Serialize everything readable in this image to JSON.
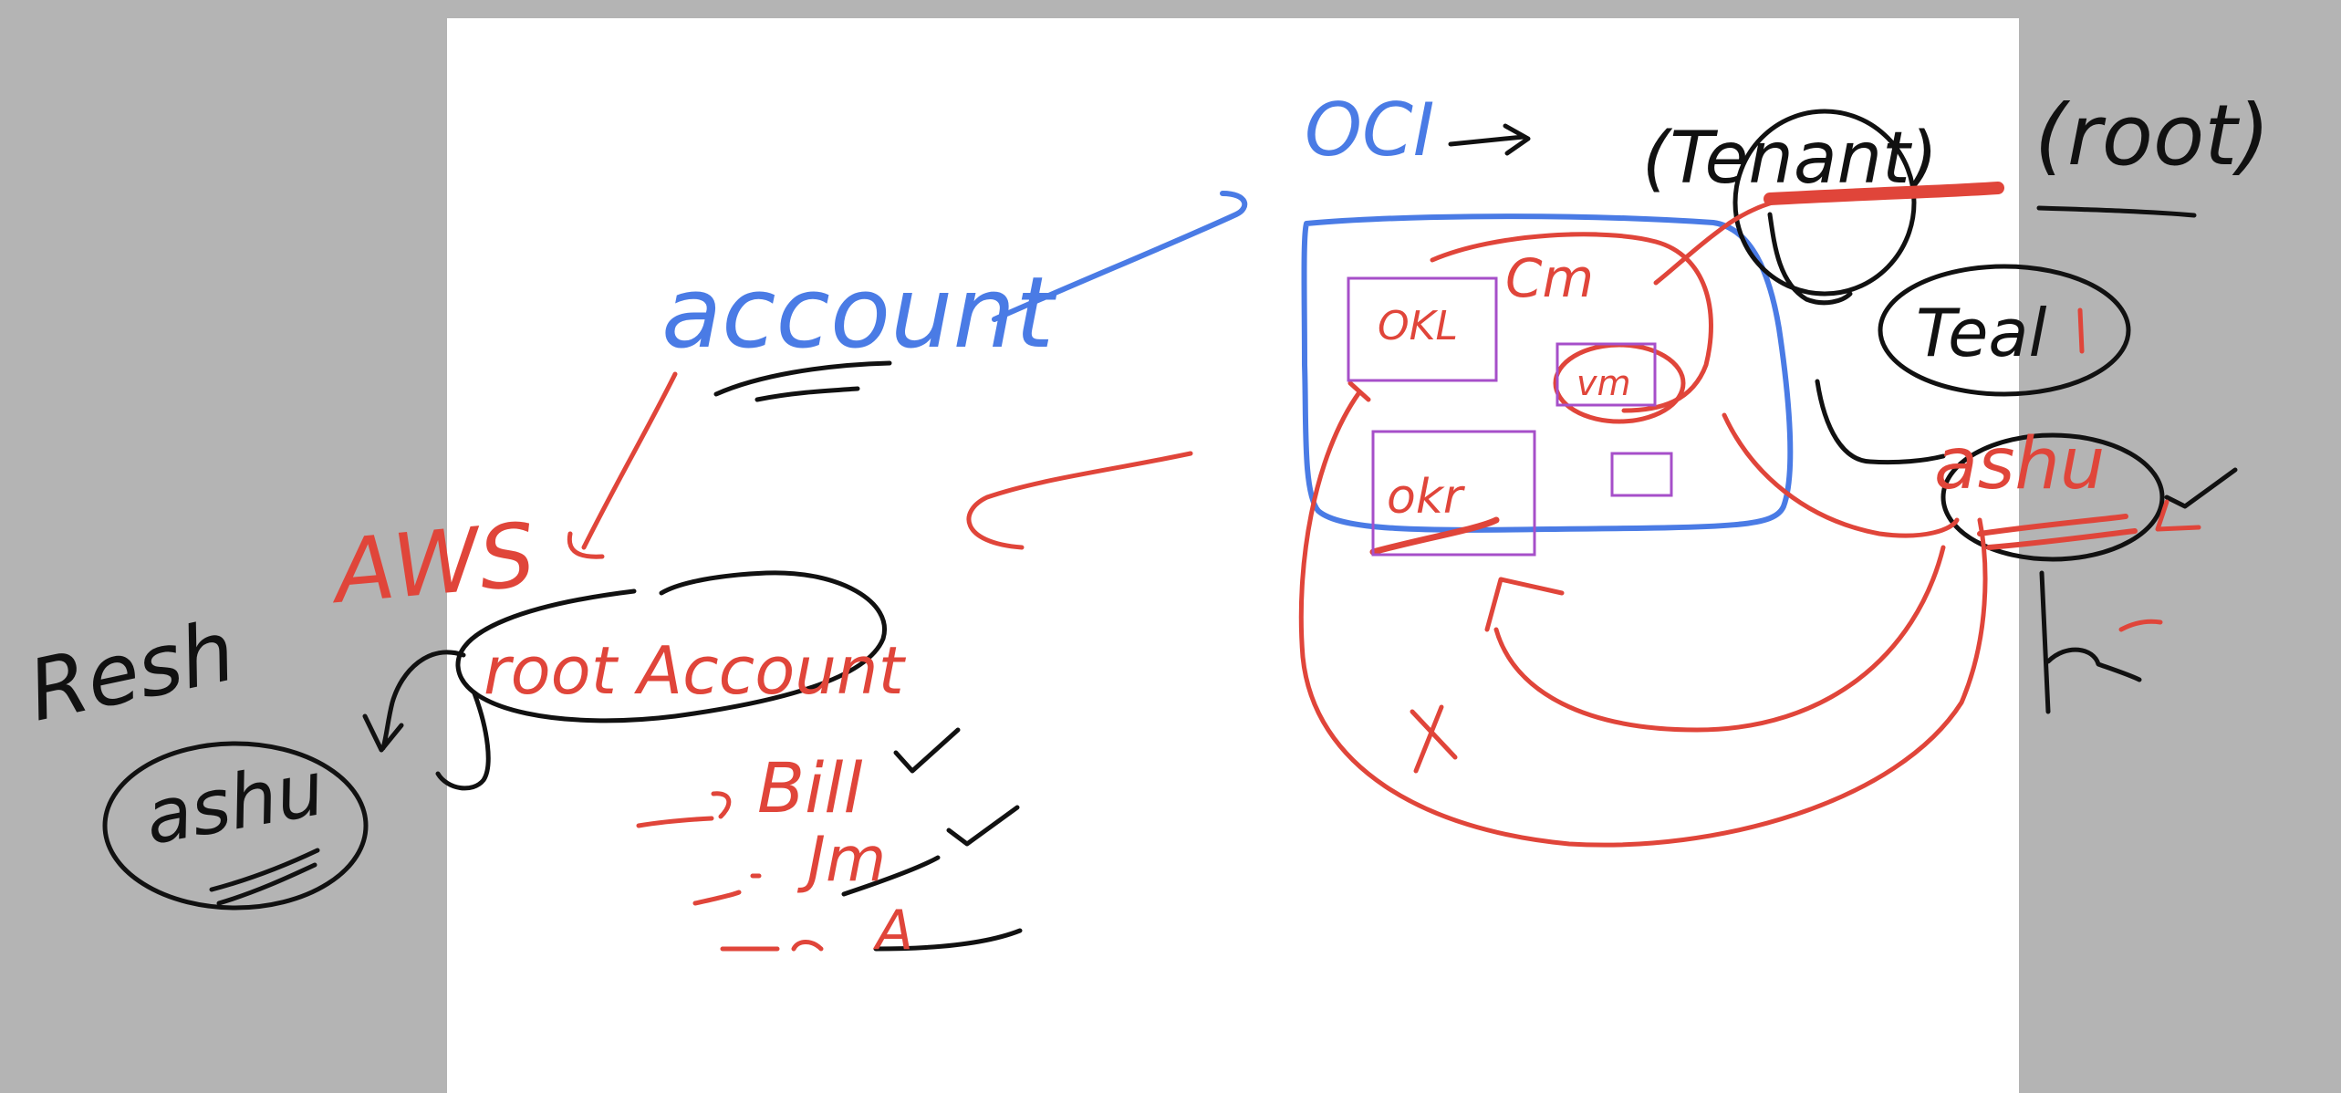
{
  "colors": {
    "background": "#b4b4b4",
    "board": "#ffffff",
    "blue": "#4a7be5",
    "red": "#e0453a",
    "black": "#111111",
    "purple": "#a64fc9"
  },
  "labels": {
    "account": "account",
    "oci": "OCI",
    "tenant": "(Tenant)",
    "root": "(root)",
    "teal": "Teal",
    "ashu_right": "ashu",
    "aws": "AWS",
    "root_account": "root Account",
    "resh": "Resh",
    "ashu_left": "ashu",
    "bill": "Bill",
    "bill_arrow": "→",
    "jm": "Jm",
    "jm_arrow": "→",
    "third_item": "A",
    "third_arrow": "→",
    "cm": "Cm",
    "vm": "vm",
    "okl": "OKL",
    "okr": "okr",
    "x_mark": "X",
    "check": "✓"
  }
}
